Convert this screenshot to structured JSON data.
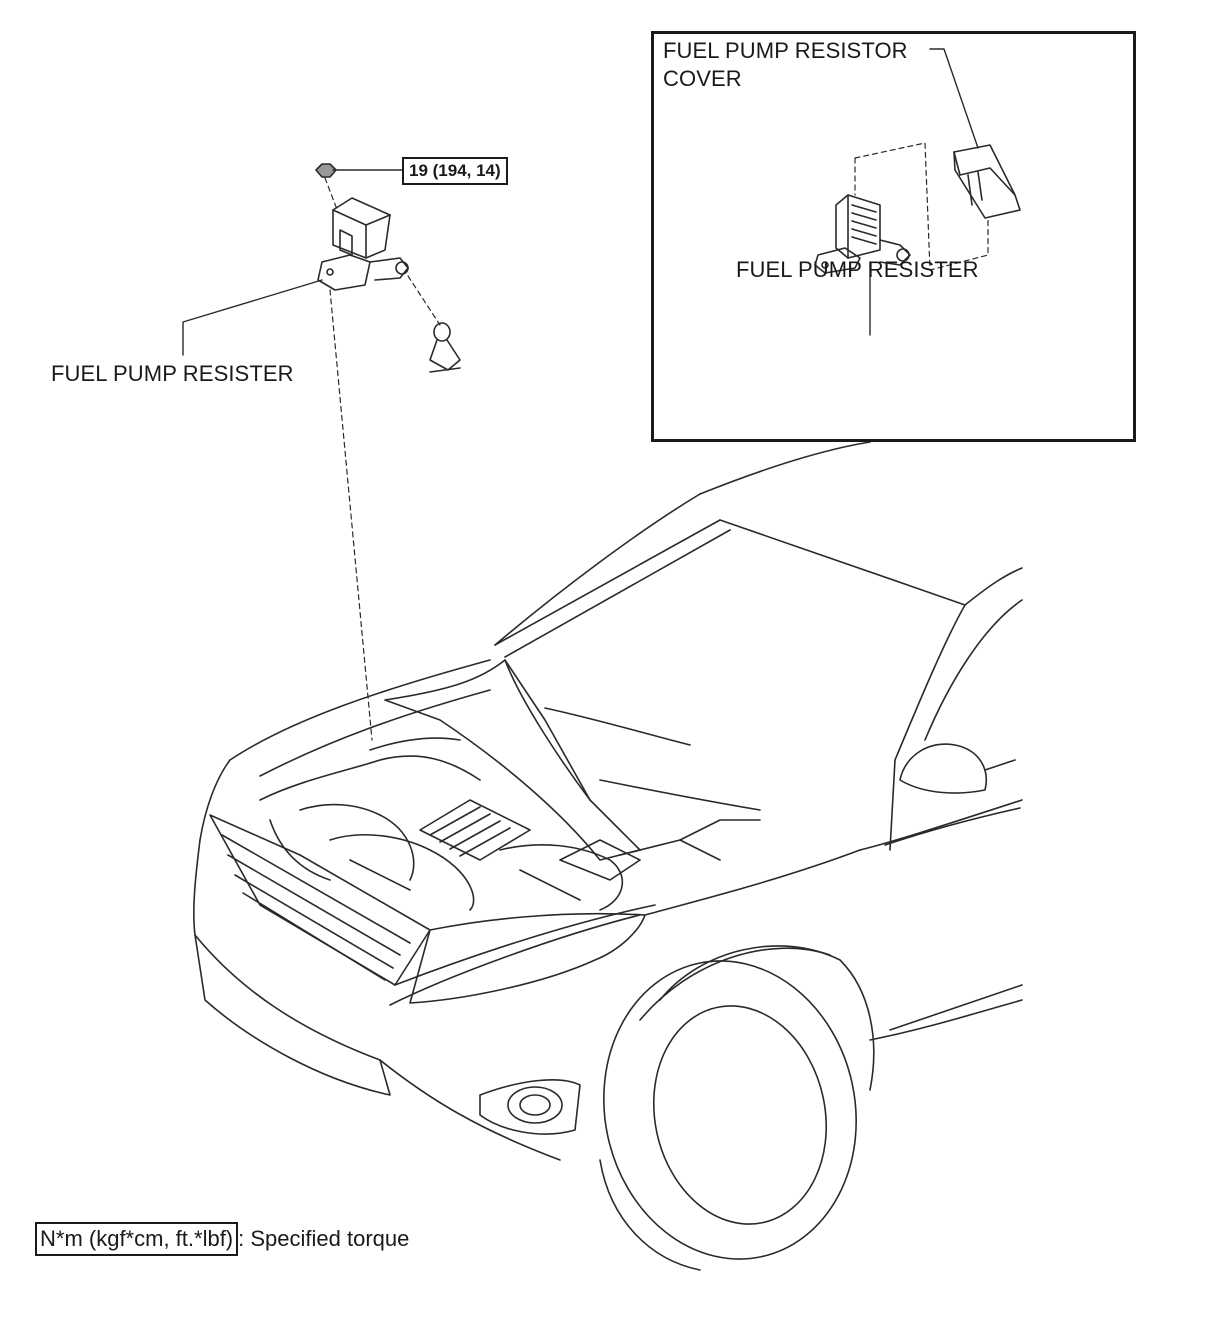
{
  "callouts": {
    "main_resister": "FUEL PUMP RESISTER",
    "inset_cover_line1": "FUEL PUMP RESISTOR",
    "inset_cover_line2": "COVER",
    "inset_resister": "FUEL PUMP RESISTER"
  },
  "torque": {
    "nut_value": "19 (194, 14)"
  },
  "legend": {
    "unit_box": "N*m (kgf*cm, ft.*lbf)",
    "description": ": Specified torque"
  }
}
